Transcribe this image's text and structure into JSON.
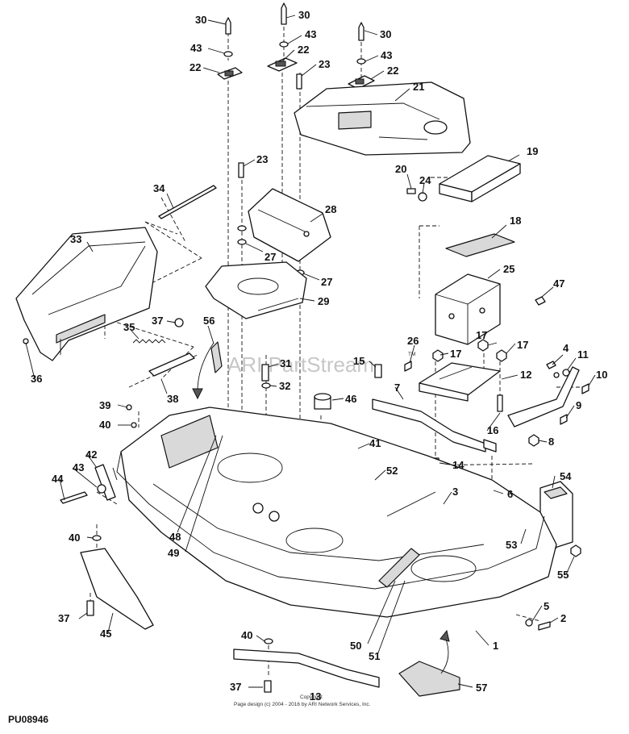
{
  "diagram_id": "PU08946",
  "watermark": "ARI PartStream",
  "watermark_tm": "TM",
  "footer": {
    "copyright": "Copyright",
    "page_design": "Page design (c) 2004 - 2016 by ARI Network Services, Inc."
  },
  "callouts": {
    "c30a": "30",
    "c43a": "43",
    "c22a": "22",
    "c30b": "30",
    "c43b": "43",
    "c22b": "22",
    "c23a": "23",
    "c30c": "30",
    "c43c": "43",
    "c22c": "22",
    "c21": "21",
    "c23b": "23",
    "c19": "19",
    "c20": "20",
    "c24": "24",
    "c34": "34",
    "c28": "28",
    "c18": "18",
    "c33": "33",
    "c27a": "27",
    "c27b": "27",
    "c25": "25",
    "c29": "29",
    "c47": "47",
    "c37a": "37",
    "c56": "56",
    "c35": "35",
    "c26": "26",
    "c17a": "17",
    "c17b": "17",
    "c15": "15",
    "c17c": "17",
    "c4": "4",
    "c11": "11",
    "c36": "36",
    "c31": "31",
    "c12": "12",
    "c10": "10",
    "c32": "32",
    "c38": "38",
    "c7": "7",
    "c39": "39",
    "c46": "46",
    "c9": "9",
    "c40a": "40",
    "c16": "16",
    "c8": "8",
    "c41": "41",
    "c42": "42",
    "c14": "14",
    "c43d": "43",
    "c52": "52",
    "c44": "44",
    "c3": "3",
    "c6": "6",
    "c54": "54",
    "c40b": "40",
    "c48": "48",
    "c53": "53",
    "c49": "49",
    "c55": "55",
    "c5": "5",
    "c37b": "37",
    "c2": "2",
    "c45": "45",
    "c1": "1",
    "c50": "50",
    "c51": "51",
    "c40c": "40",
    "c37c": "37",
    "c13": "13",
    "c57": "57"
  }
}
